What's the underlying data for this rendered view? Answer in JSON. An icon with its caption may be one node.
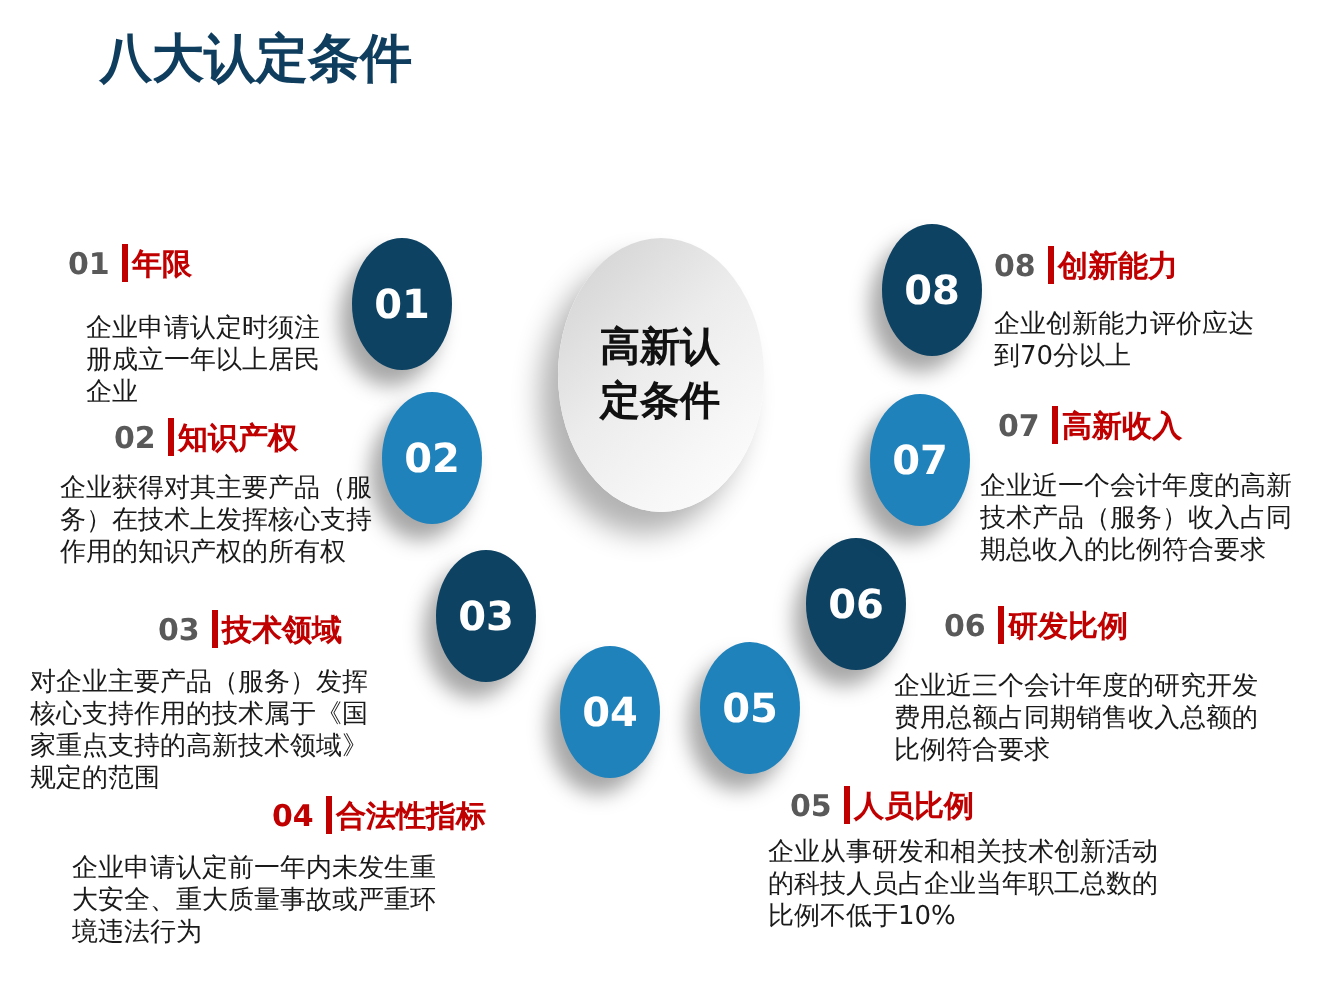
{
  "diagram": {
    "title": "八大认定条件",
    "nodes": [
      {
        "text": [
          "高新认定条件"
        ]
      },
      {
        "text": [
          "01"
        ],
        "beside": [
          "01",
          "年限",
          "企业申请认定时须注册成立一年以上居民企业"
        ]
      },
      {
        "text": [
          "02"
        ],
        "beside": [
          "02",
          "知识产权",
          "企业获得对其主要产品（服务）在技术上发挥核心支持作用的知识产权的所有权"
        ]
      },
      {
        "text": [
          "03"
        ],
        "beside": [
          "03",
          "技术领域",
          "对企业主要产品（服务）发挥核心支持作用的技术属于《国家重点支持的高新技术领域》规定的范围"
        ]
      },
      {
        "text": [
          "04"
        ],
        "beside": [
          "04",
          "合法性指标",
          "企业申请认定前一年内未发生重大安全、重大质量事故或严重环境违法行为"
        ]
      },
      {
        "text": [
          "05"
        ],
        "beside": [
          "05",
          "人员比例",
          "企业从事研发和相关技术创新活动的科技人员占企业当年职工总数的比例不低于10%"
        ]
      },
      {
        "text": [
          "06"
        ],
        "beside": [
          "06",
          "研发比例",
          "企业近三个会计年度的研究开发费用总额占同期销售收入总额的比例符合要求"
        ]
      },
      {
        "text": [
          "07"
        ],
        "beside": [
          "07",
          "高新收入",
          "企业近一个会计年度的高新技术产品（服务）收入占同期总收入的比例符合要求"
        ]
      },
      {
        "text": [
          "08"
        ],
        "beside": [
          "08",
          "创新能力",
          "企业创新能力评价应达到70分以上"
        ]
      }
    ]
  }
}
